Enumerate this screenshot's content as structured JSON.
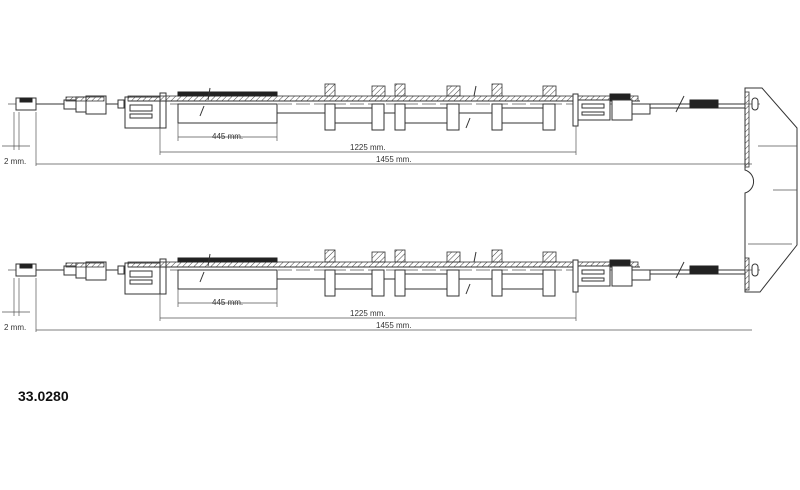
{
  "part_number": "33.0280",
  "dimensions": {
    "gap": "2 mm.",
    "sleeve": "445 mm.",
    "conduit": "1225 mm.",
    "overall": "1455 mm."
  },
  "cables": [
    {
      "id": "upper"
    },
    {
      "id": "lower"
    }
  ]
}
